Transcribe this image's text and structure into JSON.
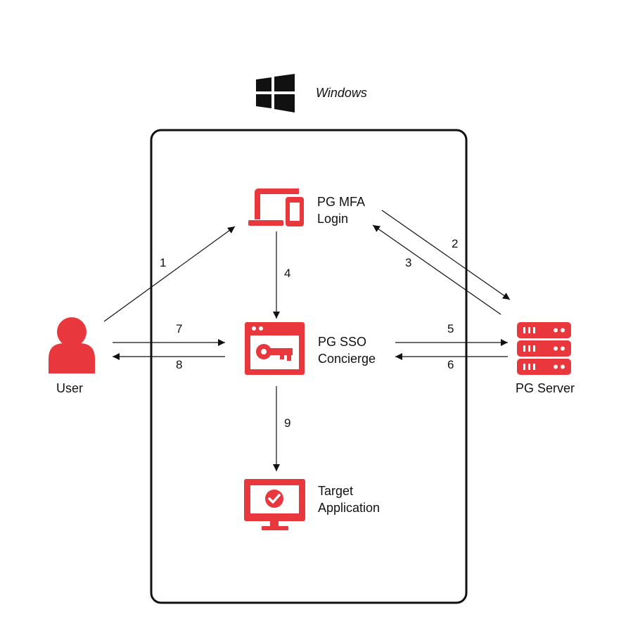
{
  "platform": {
    "label": "Windows",
    "icon": "windows-logo-icon"
  },
  "colors": {
    "accent": "#E8383D",
    "stroke": "#111111"
  },
  "nodes": {
    "user": {
      "label": "User",
      "icon": "user-icon"
    },
    "mfa_login": {
      "line1": "PG MFA",
      "line2": "Login",
      "icon": "laptop-phone-icon"
    },
    "sso_concierge": {
      "line1": "PG SSO",
      "line2": "Concierge",
      "icon": "browser-key-icon"
    },
    "target_app": {
      "line1": "Target",
      "line2": "Application",
      "icon": "monitor-check-icon"
    },
    "pg_server": {
      "label": "PG Server",
      "icon": "server-stack-icon"
    }
  },
  "steps": {
    "s1": "1",
    "s2": "2",
    "s3": "3",
    "s4": "4",
    "s5": "5",
    "s6": "6",
    "s7": "7",
    "s8": "8",
    "s9": "9"
  }
}
